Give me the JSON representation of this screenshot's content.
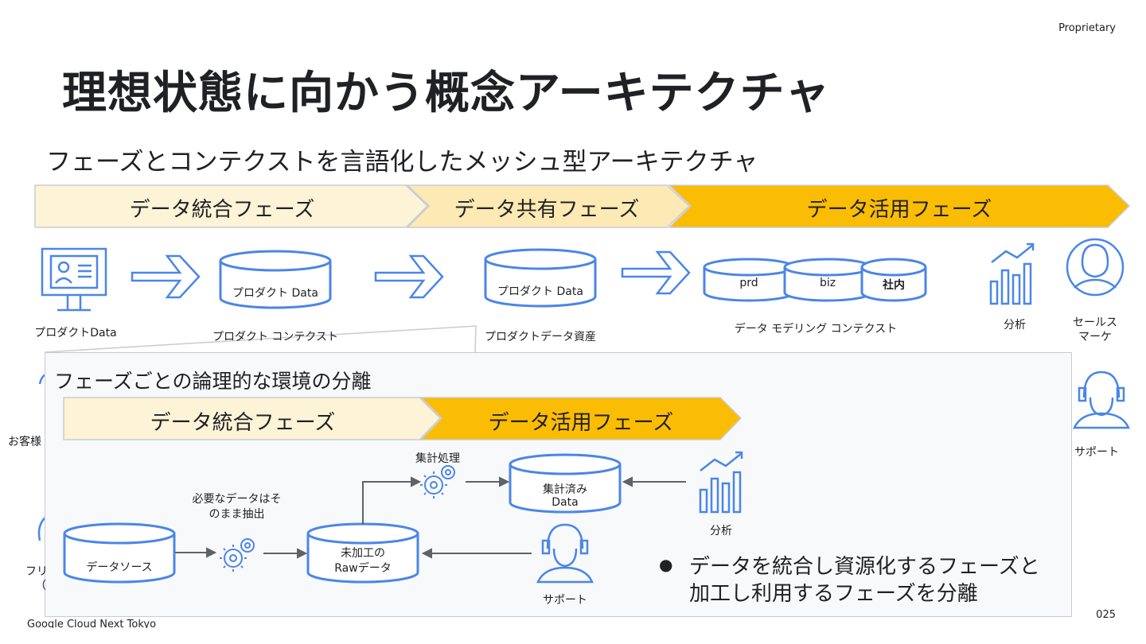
{
  "header": {
    "proprietary": "Proprietary",
    "title": "理想状態に向かう概念アーキテクチャ",
    "subtitle": "フェーズとコンテクストを言語化したメッシュ型アーキテクチャ"
  },
  "phases": {
    "integration": "データ統合フェーズ",
    "sharing": "データ共有フェーズ",
    "utilization": "データ活用フェーズ"
  },
  "top_flow": {
    "source_label": "プロダクトData",
    "db1_text": "プロダクト Data",
    "db1_caption": "プロダクト コンテクスト",
    "db2_text": "プロダクト Data",
    "db2_caption": "プロダクトデータ資産",
    "modeling": [
      "prd",
      "biz",
      "社内"
    ],
    "modeling_caption": "データ モデリング コンテクスト",
    "analysis_label": "分析",
    "sales_label_1": "セールス",
    "sales_label_2": "マーケ",
    "support_label": "サポート"
  },
  "left_partial": {
    "customer": "お客様",
    "free_1": "フリ",
    "free_2": "（"
  },
  "panel": {
    "title": "フェーズごとの論理的な環境の分離",
    "phase_integration": "データ統合フェーズ",
    "phase_utilization": "データ活用フェーズ",
    "extract_note_1": "必要なデータはそ",
    "extract_note_2": "のまま抽出",
    "aggregate_label": "集計処理",
    "source_db": "データソース",
    "raw_db_1": "未加工の",
    "raw_db_2": "Rawデータ",
    "agg_db_1": "集計済み",
    "agg_db_2": "Data",
    "analysis_label": "分析",
    "support_label": "サポート",
    "bullet_1": "データを統合し資源化するフェーズと",
    "bullet_2": "加工し利用するフェーズを分離"
  },
  "footer": {
    "left": "Google Cloud Next Tokyo",
    "page": "025"
  },
  "colors": {
    "light_phase": "#fdf3d6",
    "mid_phase": "#fce9b3",
    "strong_phase": "#fbbc04",
    "blue": "#4a86e8",
    "panel_bg": "#f8f9fa",
    "dark": "#5f6368"
  }
}
